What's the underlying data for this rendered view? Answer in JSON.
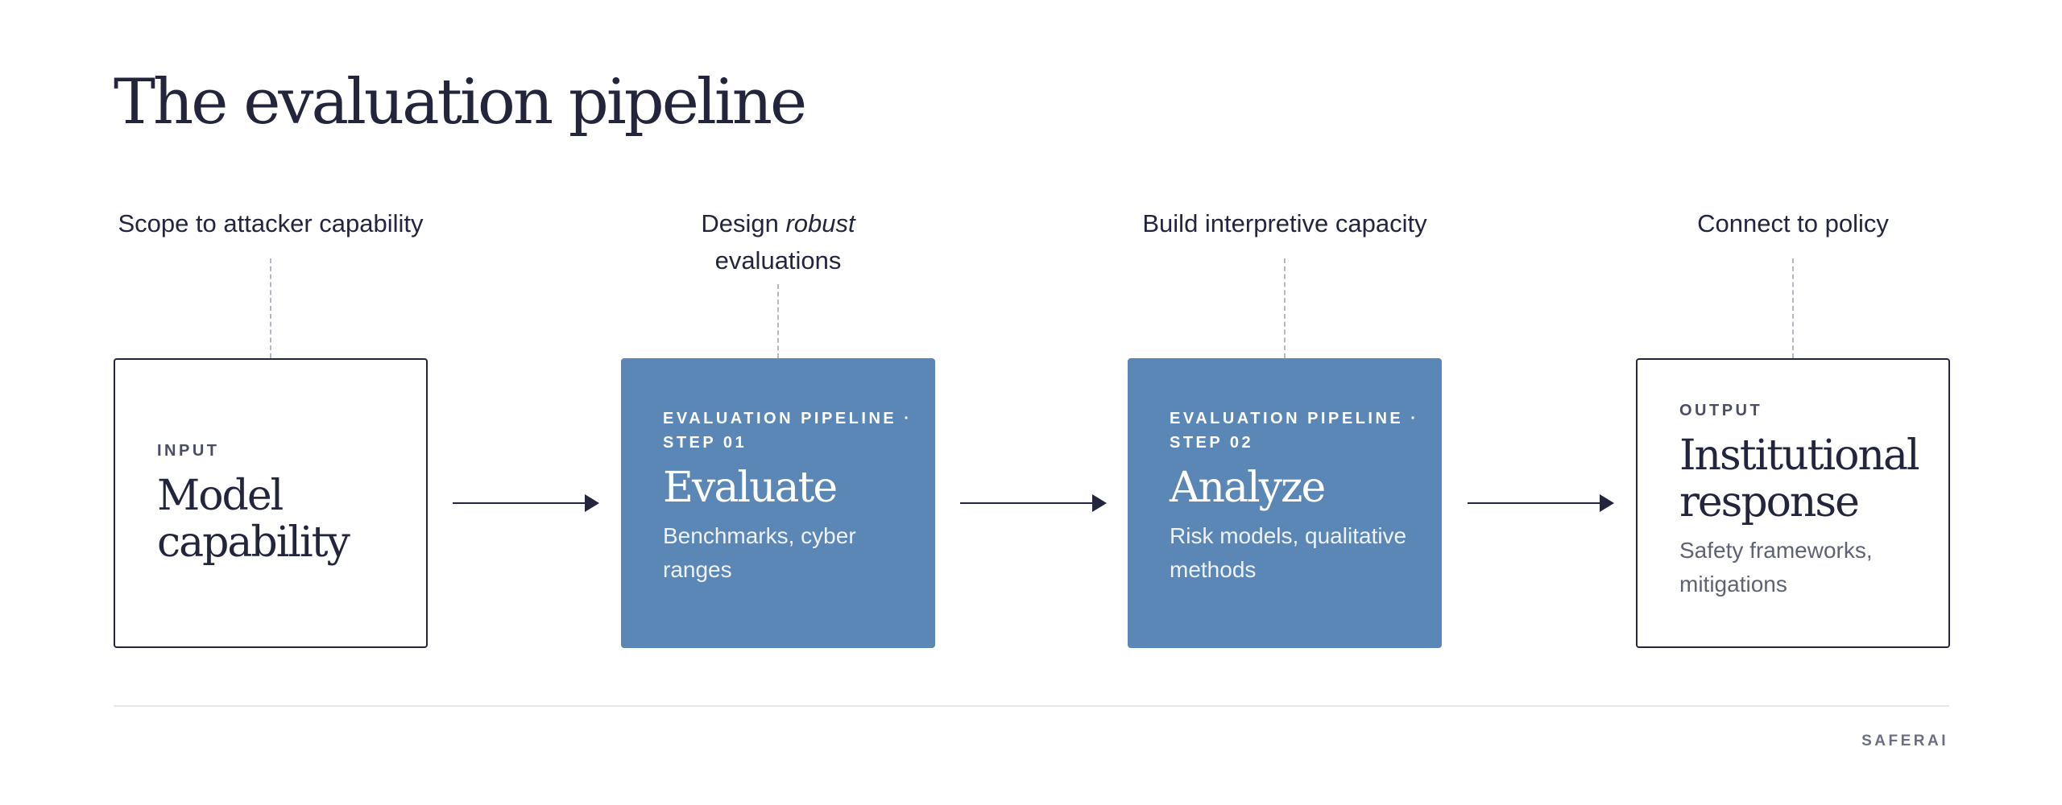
{
  "title": "The evaluation pipeline",
  "stages": [
    {
      "top_label": "Scope to attacker capability",
      "overline": "INPUT",
      "heading_lines": [
        "Model",
        "capability"
      ],
      "subtitle": ""
    },
    {
      "top_label_parts": [
        "Design ",
        "robust",
        " evaluations"
      ],
      "overline_lines": [
        "EVALUATION PIPELINE ·",
        "STEP 01"
      ],
      "heading": "Evaluate",
      "subtitle_lines": [
        "Benchmarks, cyber",
        "ranges"
      ]
    },
    {
      "top_label": "Build interpretive capacity",
      "overline_lines": [
        "EVALUATION PIPELINE ·",
        "STEP 02"
      ],
      "heading": "Analyze",
      "subtitle_lines": [
        "Risk models, qualitative",
        "methods"
      ]
    },
    {
      "top_label": "Connect to policy",
      "overline": "OUTPUT",
      "heading_lines": [
        "Institutional",
        "response"
      ],
      "subtitle_lines": [
        "Safety frameworks,",
        "mitigations"
      ]
    }
  ],
  "brand": "SAFERAI",
  "colors": {
    "step_fill": "#5b87b6",
    "ink": "#23253d",
    "muted": "#5f6175",
    "dash": "#b5b7c1"
  },
  "icons": [
    "right-arrow-icon",
    "right-arrow-icon",
    "right-arrow-icon"
  ]
}
